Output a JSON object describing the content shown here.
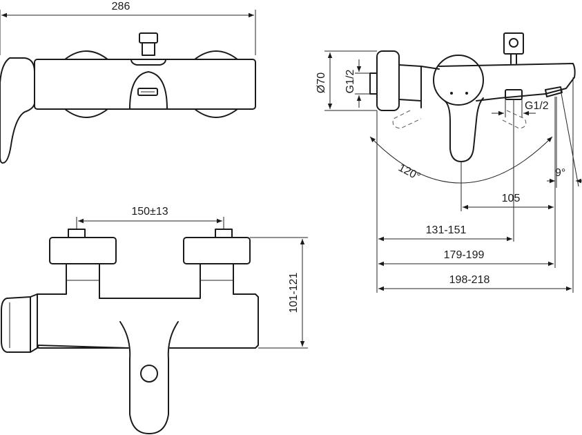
{
  "dimensions": {
    "width_top": "286",
    "inlet_distance": "150±13",
    "body_height": "101-121",
    "rosette_diameter": "Ø70",
    "inlet_thread": "G1/2",
    "outlet_thread": "G1/2",
    "lever_rotation": "120°",
    "spout_angle": "9°",
    "lever_reach": "105",
    "outlet_depth": "131-151",
    "spout_depth": "179-199",
    "total_depth": "198-218"
  },
  "colors": {
    "line": "#1a1a1a",
    "background": "#ffffff"
  }
}
